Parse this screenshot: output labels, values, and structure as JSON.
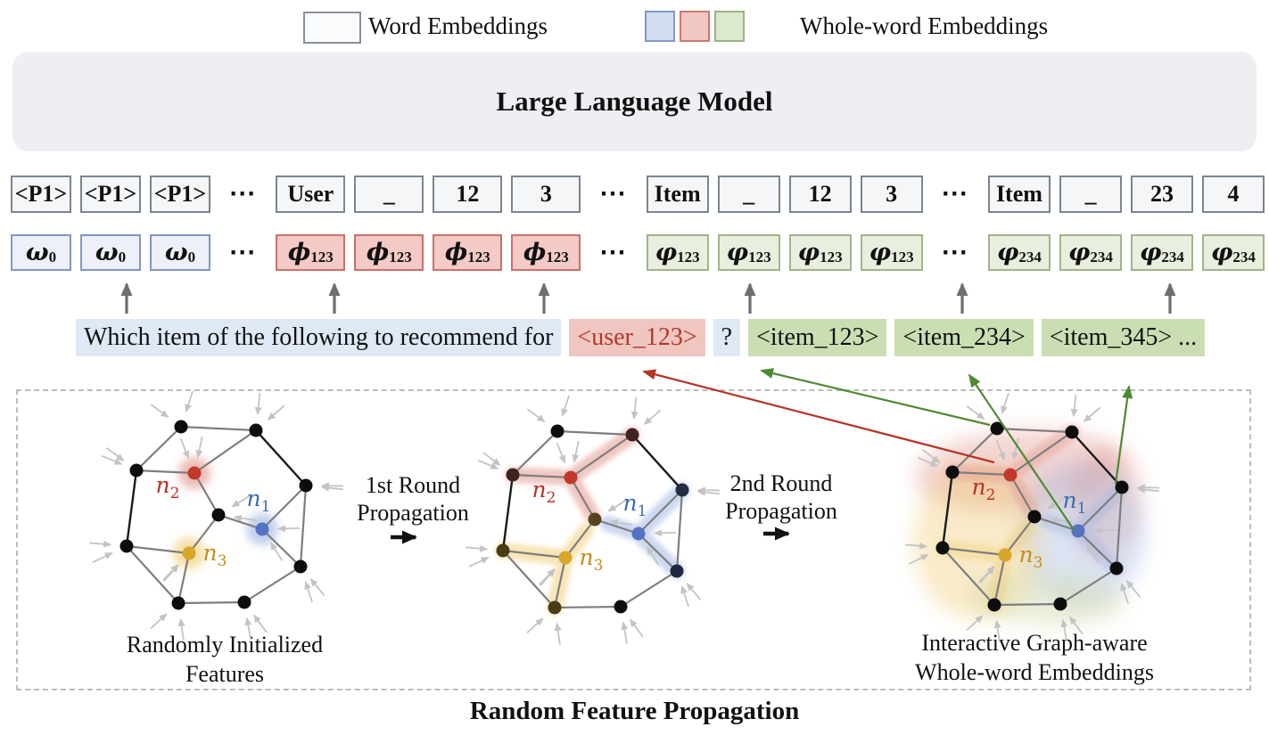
{
  "legend": {
    "word_label": "Word Embeddings",
    "whole_label": "Whole-word Embeddings"
  },
  "llm": {
    "title": "Large Language Model"
  },
  "separator": "⋯",
  "token_groups": [
    {
      "width": 64,
      "cells": [
        "<P1>",
        "<P1>",
        "<P1>"
      ]
    },
    {
      "width": 74,
      "cells": [
        "User",
        "_",
        "12",
        "3"
      ]
    },
    {
      "width": 66,
      "cells": [
        "Item",
        "_",
        "12",
        "3"
      ]
    },
    {
      "width": 66,
      "cells": [
        "Item",
        "_",
        "23",
        "4"
      ]
    }
  ],
  "embed_groups": [
    {
      "color": "blue",
      "width": 64,
      "cells": [
        {
          "b": "ω",
          "s": "0"
        },
        {
          "b": "ω",
          "s": "0"
        },
        {
          "b": "ω",
          "s": "0"
        }
      ]
    },
    {
      "color": "red",
      "width": 74,
      "cells": [
        {
          "b": "ϕ",
          "s": "123"
        },
        {
          "b": "ϕ",
          "s": "123"
        },
        {
          "b": "ϕ",
          "s": "123"
        },
        {
          "b": "ϕ",
          "s": "123"
        }
      ]
    },
    {
      "color": "green",
      "width": 66,
      "cells": [
        {
          "b": "φ",
          "s": "123"
        },
        {
          "b": "φ",
          "s": "123"
        },
        {
          "b": "φ",
          "s": "123"
        },
        {
          "b": "φ",
          "s": "123"
        }
      ]
    },
    {
      "color": "green",
      "width": 66,
      "cells": [
        {
          "b": "φ",
          "s": "234"
        },
        {
          "b": "φ",
          "s": "234"
        },
        {
          "b": "φ",
          "s": "234"
        },
        {
          "b": "φ",
          "s": "234"
        }
      ]
    }
  ],
  "prompt": {
    "segments": [
      {
        "text": "Which item of the following to recommend for",
        "style": "blue"
      },
      {
        "text": "<user_123>",
        "style": "red"
      },
      {
        "text": "?",
        "style": "blue"
      },
      {
        "text": "<item_123>",
        "style": "green"
      },
      {
        "text": "<item_234>",
        "style": "green"
      },
      {
        "text": "<item_345> ...",
        "style": "green"
      }
    ]
  },
  "graph_section": {
    "step1_line1": "1st Round",
    "step1_line2": "Propagation",
    "step2_line1": "2nd Round",
    "step2_line2": "Propagation",
    "caption_left_line1": "Randomly Initialized",
    "caption_left_line2": "Features",
    "caption_right_line1": "Interactive Graph-aware",
    "caption_right_line2": "Whole-word Embeddings",
    "title": "Random Feature Propagation"
  },
  "graph": {
    "nodes": [
      "T",
      "TR",
      "LU",
      "N2",
      "R",
      "C",
      "N1",
      "LL",
      "N3",
      "RL",
      "BL",
      "BM"
    ],
    "edges": [
      [
        "T",
        "TR"
      ],
      [
        "T",
        "LU"
      ],
      [
        "TR",
        "N2"
      ],
      [
        "TR",
        "R",
        "black"
      ],
      [
        "LU",
        "N2"
      ],
      [
        "LU",
        "LL",
        "black"
      ],
      [
        "N2",
        "C"
      ],
      [
        "R",
        "N1"
      ],
      [
        "R",
        "RL"
      ],
      [
        "C",
        "N1"
      ],
      [
        "C",
        "N3"
      ],
      [
        "N1",
        "RL"
      ],
      [
        "LL",
        "N3"
      ],
      [
        "LL",
        "BL"
      ],
      [
        "N3",
        "BL"
      ],
      [
        "BL",
        "BM"
      ],
      [
        "BM",
        "RL"
      ]
    ],
    "labels": {
      "N1": {
        "base": "n",
        "sub": "1"
      },
      "N2": {
        "base": "n",
        "sub": "2"
      },
      "N3": {
        "base": "n",
        "sub": "3"
      }
    }
  },
  "colors": {
    "node_black": "#0d0d0d",
    "n1_blue": "#5472c4",
    "n2_red": "#c0392b",
    "n3_yellow": "#d9a62a",
    "label_n1": "#3a6db0",
    "label_n2": "#b73226",
    "label_n3": "#c18f1b",
    "edge_gray": "#7e7e7e",
    "edge_black": "#1a1a1a",
    "feature_arrow_gray": "#c4c4c4",
    "hl_red": "#dd8378",
    "hl_blue": "#8fa8dc",
    "hl_yellow": "#eec55e",
    "hl_greenish": "#cdd6a2",
    "arrow_red": "#b63324",
    "arrow_green": "#4e8a34",
    "arrow_gray": "#6e6e6e"
  }
}
